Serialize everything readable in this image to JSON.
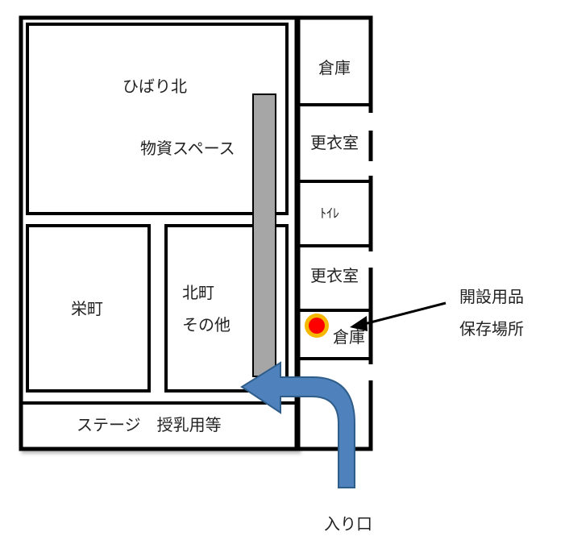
{
  "rooms": {
    "hibari_kita": "ひばり北",
    "supplies_space": "物資スペース",
    "sakaemachi": "栄町",
    "kitamachi_line1": "北町",
    "kitamachi_line2": "その他",
    "stage": "ステージ　授乳用等",
    "storage_top": "倉庫",
    "changing_room_1": "更衣室",
    "toilet": "ﾄｲﾚ",
    "changing_room_2": "更衣室",
    "storage_bottom": "倉庫"
  },
  "annotation": {
    "line1": "開設用品",
    "line2": "保存場所"
  },
  "entrance": "入り口",
  "colors": {
    "wall": "#000000",
    "pillar": "#a6a6a6",
    "arrow_fill": "#4f81bd",
    "arrow_stroke": "#2f5d8a",
    "marker_fill": "#ff0000",
    "marker_ring": "#f5b800"
  },
  "icons": {
    "marker": "red-dot-marker-icon",
    "entry_arrow": "curved-arrow-icon",
    "pointer_arrow": "pointer-arrow-icon"
  }
}
